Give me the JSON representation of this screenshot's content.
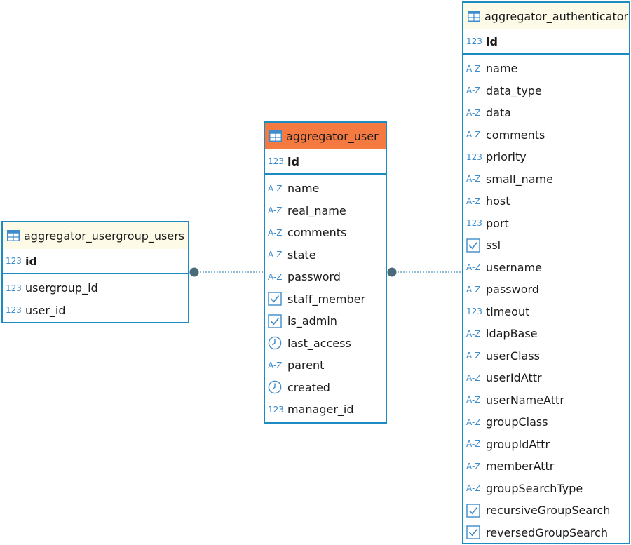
{
  "entities": {
    "usergroup_users": {
      "title": "aggregator_usergroup_users",
      "pk": {
        "name": "id",
        "type": "123"
      },
      "columns": [
        {
          "name": "usergroup_id",
          "type": "123"
        },
        {
          "name": "user_id",
          "type": "123"
        }
      ]
    },
    "user": {
      "title": "aggregator_user",
      "pk": {
        "name": "id",
        "type": "123"
      },
      "columns": [
        {
          "name": "name",
          "type": "A-Z"
        },
        {
          "name": "real_name",
          "type": "A-Z"
        },
        {
          "name": "comments",
          "type": "A-Z"
        },
        {
          "name": "state",
          "type": "A-Z"
        },
        {
          "name": "password",
          "type": "A-Z"
        },
        {
          "name": "staff_member",
          "type": "check"
        },
        {
          "name": "is_admin",
          "type": "check"
        },
        {
          "name": "last_access",
          "type": "clock"
        },
        {
          "name": "parent",
          "type": "A-Z"
        },
        {
          "name": "created",
          "type": "clock"
        },
        {
          "name": "manager_id",
          "type": "123"
        }
      ]
    },
    "authenticator": {
      "title": "aggregator_authenticator",
      "pk": {
        "name": "id",
        "type": "123"
      },
      "columns": [
        {
          "name": "name",
          "type": "A-Z"
        },
        {
          "name": "data_type",
          "type": "A-Z"
        },
        {
          "name": "data",
          "type": "A-Z"
        },
        {
          "name": "comments",
          "type": "A-Z"
        },
        {
          "name": "priority",
          "type": "123"
        },
        {
          "name": "small_name",
          "type": "A-Z"
        },
        {
          "name": "host",
          "type": "A-Z"
        },
        {
          "name": "port",
          "type": "123"
        },
        {
          "name": "ssl",
          "type": "check"
        },
        {
          "name": "username",
          "type": "A-Z"
        },
        {
          "name": "password",
          "type": "A-Z"
        },
        {
          "name": "timeout",
          "type": "123"
        },
        {
          "name": "ldapBase",
          "type": "A-Z"
        },
        {
          "name": "userClass",
          "type": "A-Z"
        },
        {
          "name": "userIdAttr",
          "type": "A-Z"
        },
        {
          "name": "userNameAttr",
          "type": "A-Z"
        },
        {
          "name": "groupClass",
          "type": "A-Z"
        },
        {
          "name": "groupIdAttr",
          "type": "A-Z"
        },
        {
          "name": "memberAttr",
          "type": "A-Z"
        },
        {
          "name": "groupSearchType",
          "type": "A-Z"
        },
        {
          "name": "recursiveGroupSearch",
          "type": "check"
        },
        {
          "name": "reversedGroupSearch",
          "type": "check"
        }
      ]
    }
  },
  "colors": {
    "border": "#1c8bc2",
    "header": "#fdfbe7",
    "selected_header": "#f47a42",
    "type_icon": "#3d8ccb",
    "connector": "#4a6a7a"
  }
}
